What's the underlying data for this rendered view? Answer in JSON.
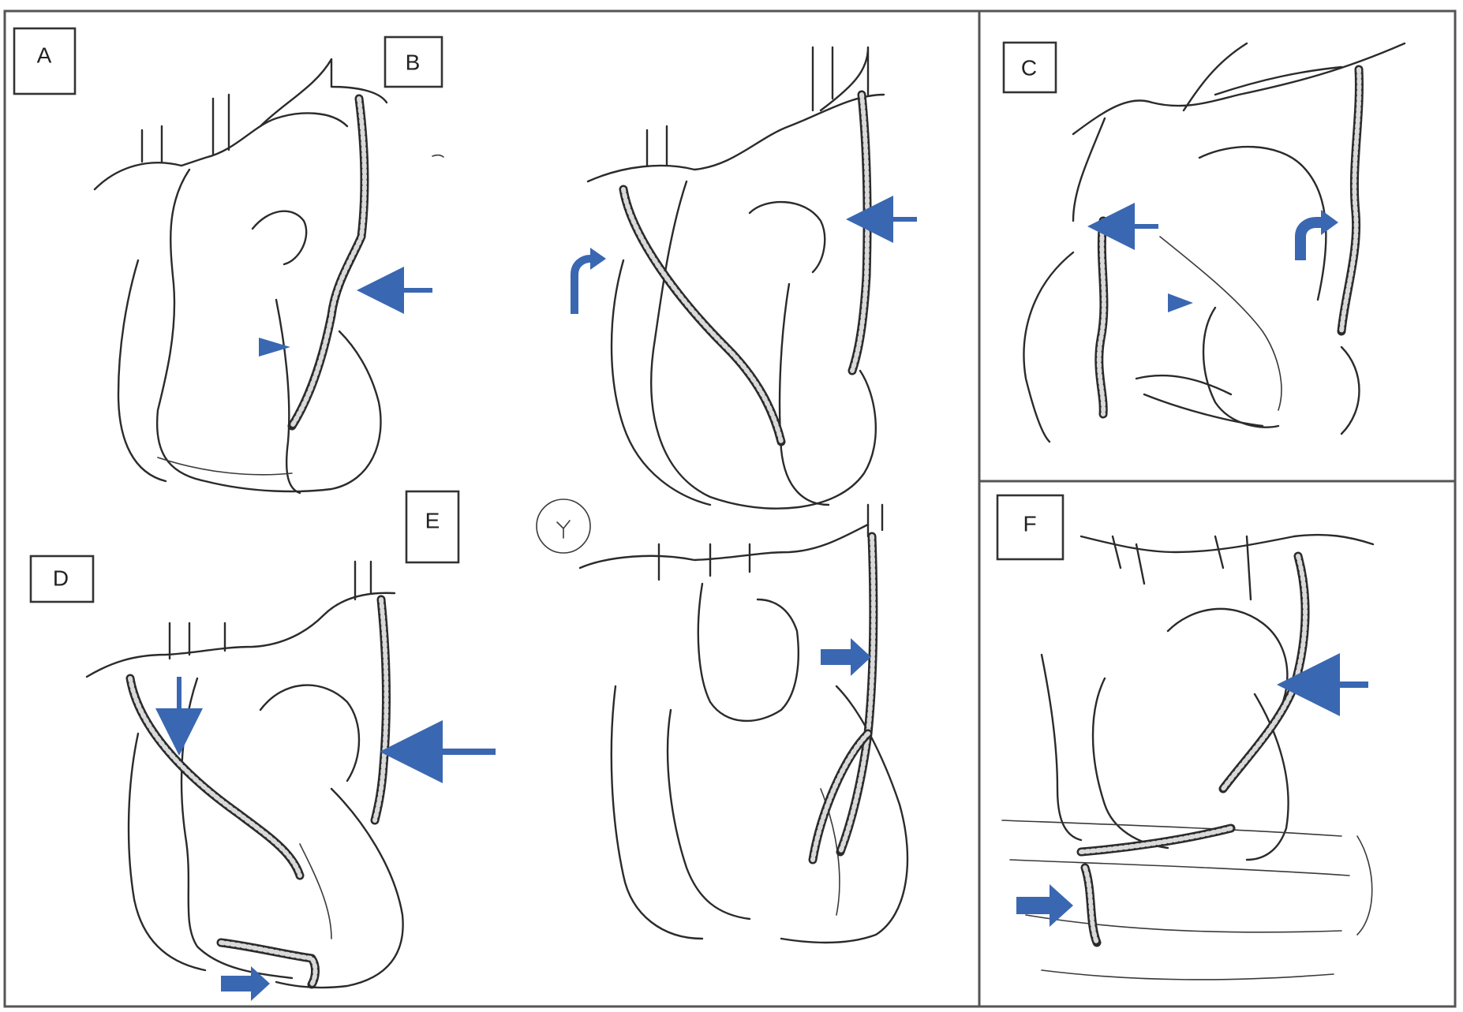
{
  "figure": {
    "panel_labels": {
      "a": "A",
      "b": "B",
      "c": "C",
      "d": "D",
      "e": "E",
      "f": "F"
    },
    "arrow_color": "#3a67b1",
    "ink_color": "#2b2b2b",
    "arrows": [
      {
        "panel": "A",
        "kind": "thin-arrow",
        "direction": "left"
      },
      {
        "panel": "A",
        "kind": "arrowhead",
        "direction": "right"
      },
      {
        "panel": "B",
        "kind": "thin-arrow",
        "direction": "left"
      },
      {
        "panel": "B",
        "kind": "curved-arrow",
        "direction": "up-right"
      },
      {
        "panel": "C",
        "kind": "thin-arrow",
        "direction": "left"
      },
      {
        "panel": "C",
        "kind": "arrowhead",
        "direction": "right"
      },
      {
        "panel": "C",
        "kind": "curved-arrow",
        "direction": "up-right"
      },
      {
        "panel": "D",
        "kind": "thin-arrow",
        "direction": "down"
      },
      {
        "panel": "D",
        "kind": "thin-arrow",
        "direction": "left"
      },
      {
        "panel": "D",
        "kind": "block-arrow",
        "direction": "right"
      },
      {
        "panel": "E",
        "kind": "block-arrow",
        "direction": "right"
      },
      {
        "panel": "F",
        "kind": "thin-arrow",
        "direction": "left"
      },
      {
        "panel": "F",
        "kind": "block-arrow",
        "direction": "right"
      }
    ]
  }
}
